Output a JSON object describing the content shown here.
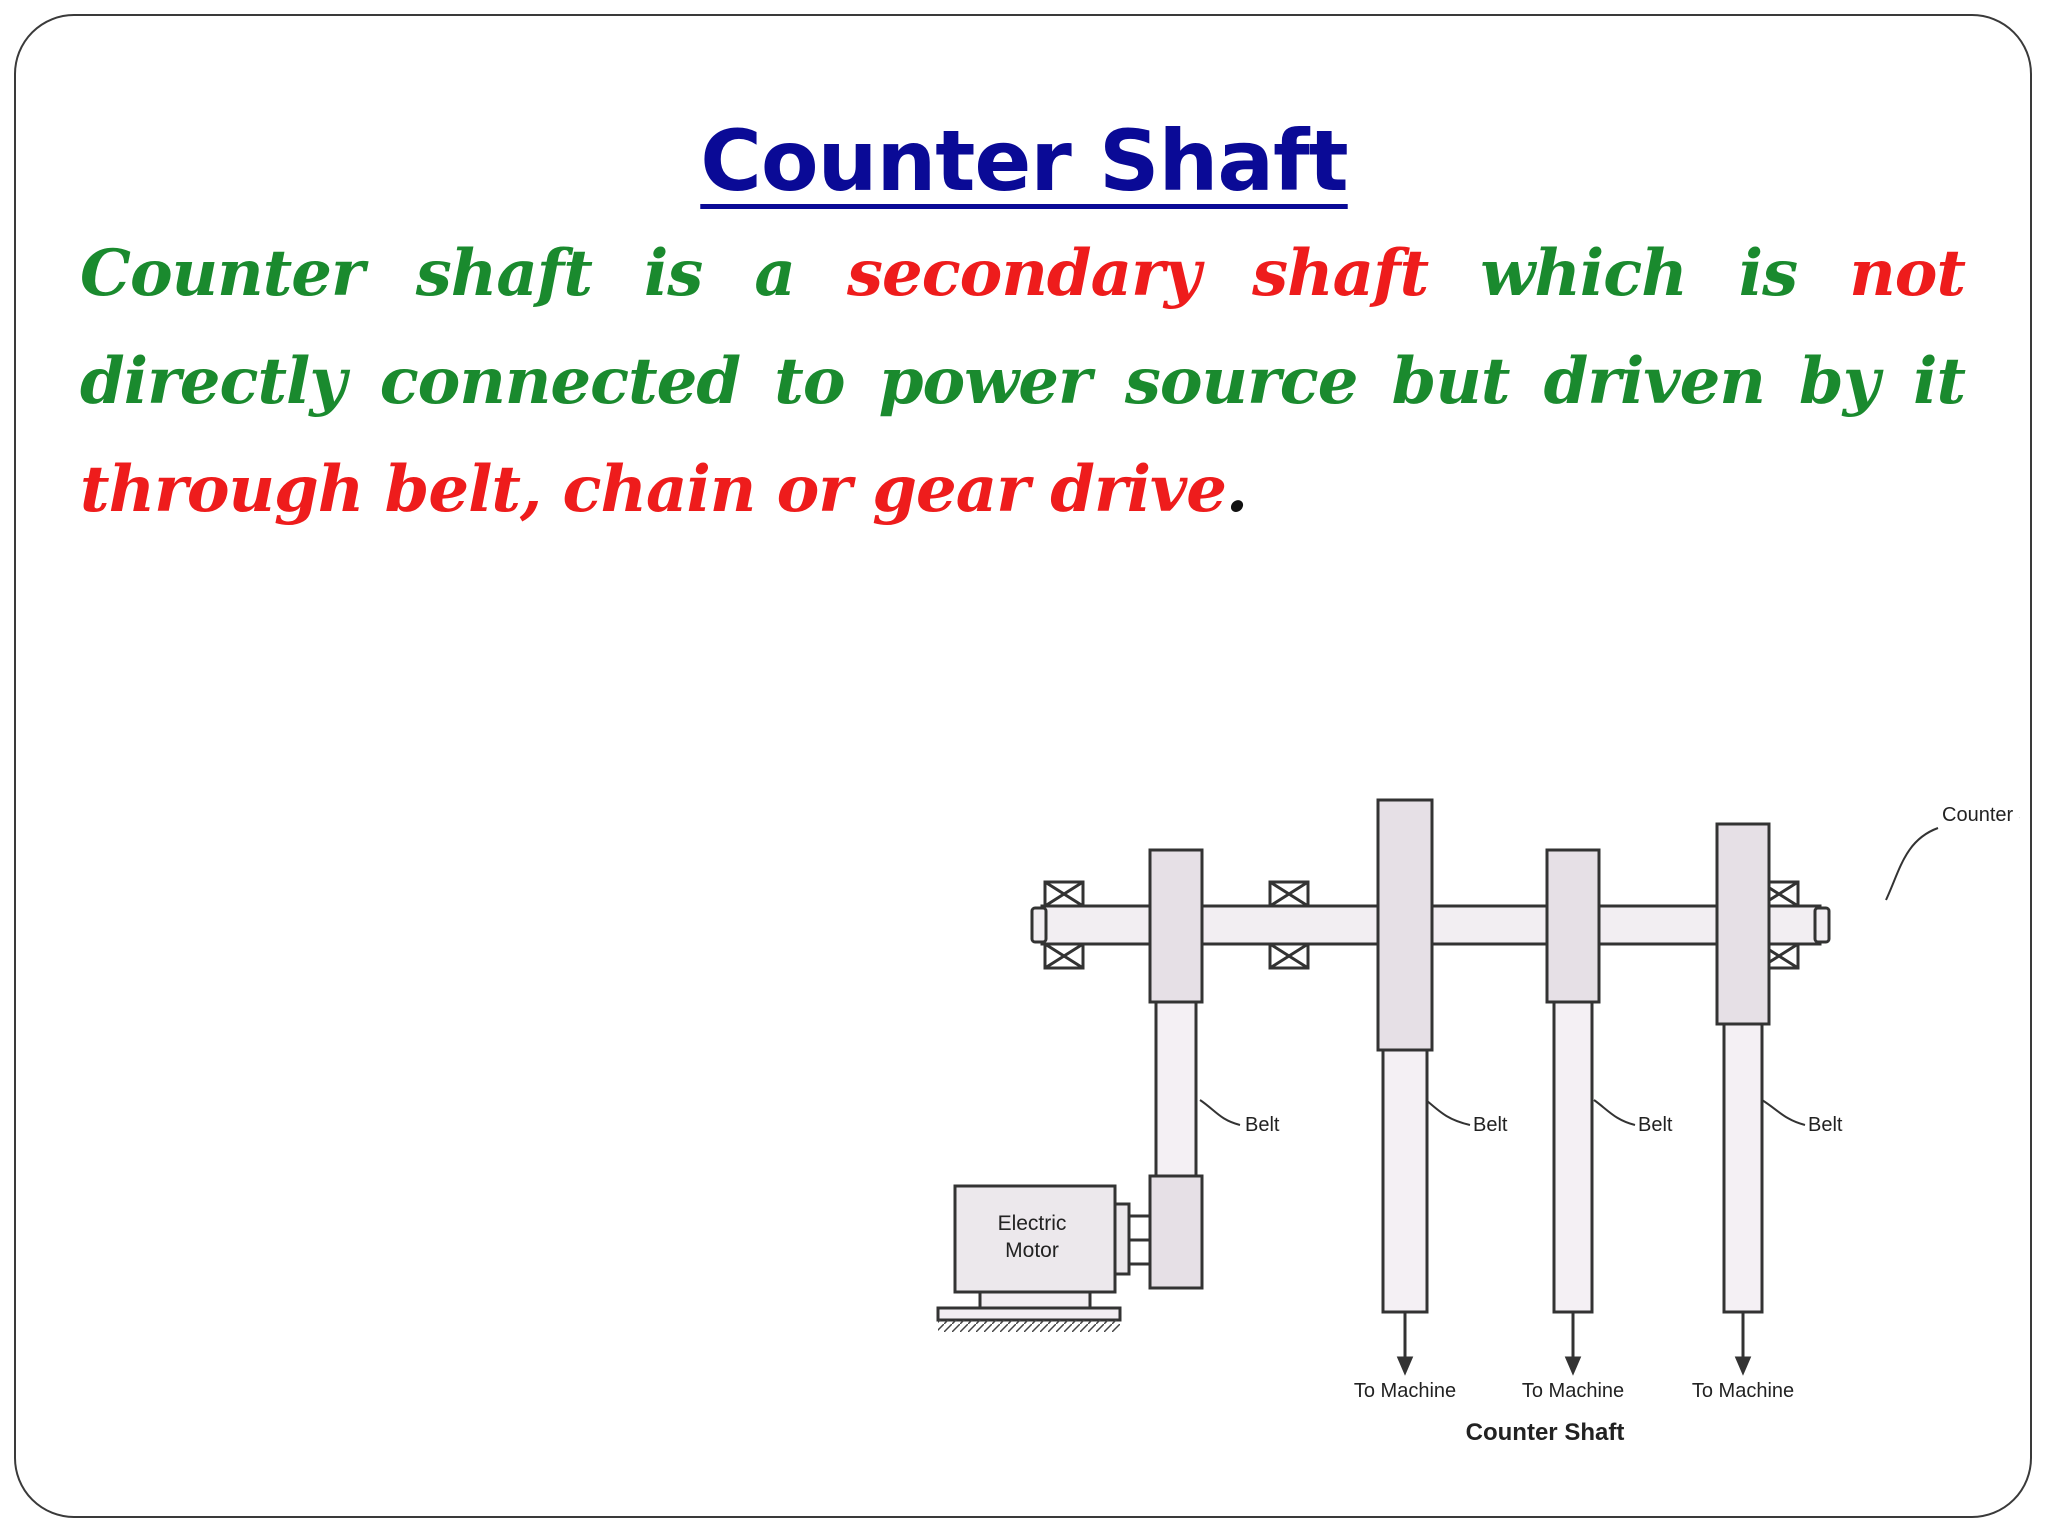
{
  "slide": {
    "title": "Counter Shaft",
    "definition": {
      "seg1": "Counter shaft is a ",
      "seg2": "secondary shaft",
      "seg3": " which is ",
      "seg4": "not",
      "seg5": " directly connected to power source but driven by it ",
      "seg6": "through belt, chain or gear drive",
      "seg7": "."
    }
  },
  "diagram": {
    "labels": {
      "counter_shaft_callout": "Counter Shaft",
      "belt_1": "Belt",
      "belt_2": "Belt",
      "belt_3": "Belt",
      "belt_4": "Belt",
      "motor_line1": "Electric",
      "motor_line2": "Motor",
      "to_machine_1": "To Machine",
      "to_machine_2": "To Machine",
      "to_machine_3": "To Machine",
      "caption": "Counter Shaft"
    }
  },
  "colors": {
    "title": "#0a0a96",
    "green_text": "#1a8a2e",
    "red_text": "#ee1c1c",
    "diagram_line": "#333333",
    "pulley_fill": "#e6e0e6"
  }
}
